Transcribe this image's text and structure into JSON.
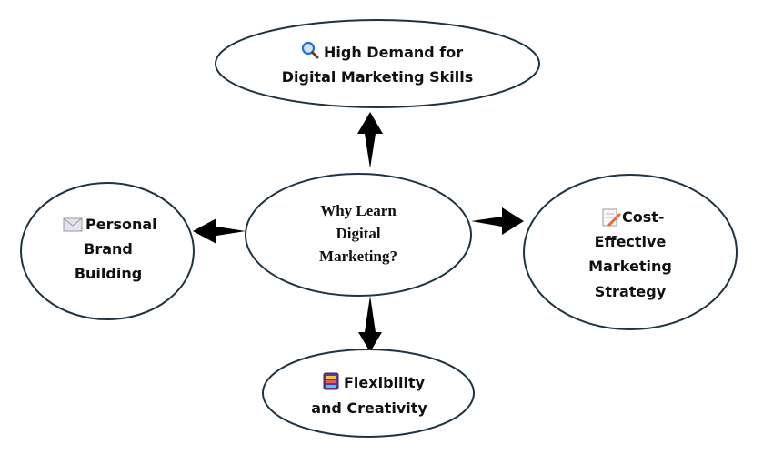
{
  "diagram": {
    "center": {
      "lines": [
        "Why Learn",
        "Digital",
        "Marketing?"
      ]
    },
    "top": {
      "icon": "magnifying-glass-icon",
      "lines": [
        "High Demand for",
        "Digital Marketing Skills"
      ]
    },
    "left": {
      "icon": "envelope-icon",
      "lines": [
        "Personal",
        "Brand",
        "Building"
      ]
    },
    "right": {
      "icon": "memo-pencil-icon",
      "lines": [
        "Cost-",
        "Effective",
        "Marketing",
        "Strategy"
      ]
    },
    "bottom": {
      "icon": "abacus-icon",
      "lines": [
        "Flexibility",
        "and Creativity"
      ]
    },
    "colors": {
      "outline": "#1f3340",
      "arrow": "#000000",
      "text": "#111111"
    }
  }
}
